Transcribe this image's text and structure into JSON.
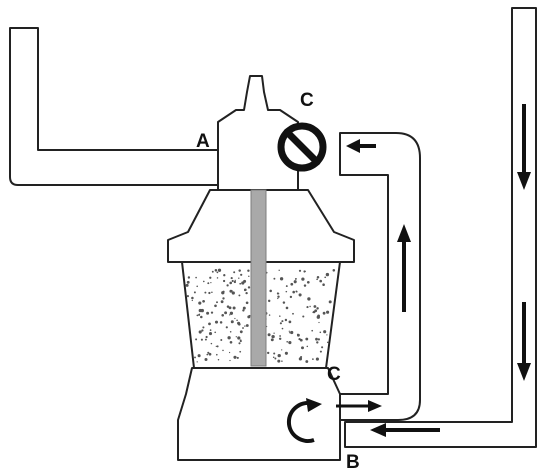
{
  "diagram": {
    "labels": {
      "a": "A",
      "b": "B",
      "c_top": "C",
      "c_bottom": "C"
    },
    "colors": {
      "outline": "#222222",
      "fill": "#ffffff",
      "central_tube": "#a9a9a9",
      "arrow": "#111111",
      "speckle": "#555555"
    },
    "icons": {
      "valve": "prohibited-valve-icon",
      "flow_direction": "arrow-icon",
      "rotation": "curved-arrow-icon"
    }
  }
}
